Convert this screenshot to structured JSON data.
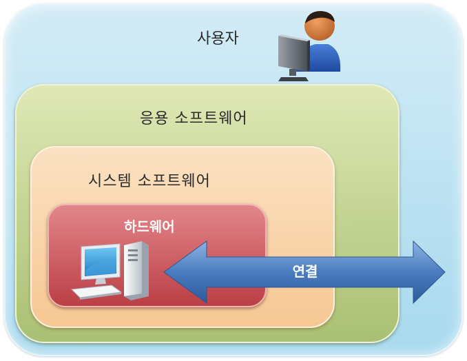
{
  "layers": {
    "user": {
      "label": "사용자"
    },
    "application_software": {
      "label": "응용 소프트웨어"
    },
    "system_software": {
      "label": "시스템 소프트웨어"
    },
    "hardware": {
      "label": "하드웨어"
    }
  },
  "connection": {
    "label": "연결"
  },
  "icons": {
    "user": "person-at-computer-icon",
    "hardware": "desktop-computer-icon",
    "connection": "double-arrow"
  },
  "colors": {
    "user_layer": "#a8d9ee",
    "application_layer": "#a9c073",
    "system_layer": "#f6c894",
    "hardware_layer": "#bb3f46",
    "arrow": "#3e70b4"
  }
}
